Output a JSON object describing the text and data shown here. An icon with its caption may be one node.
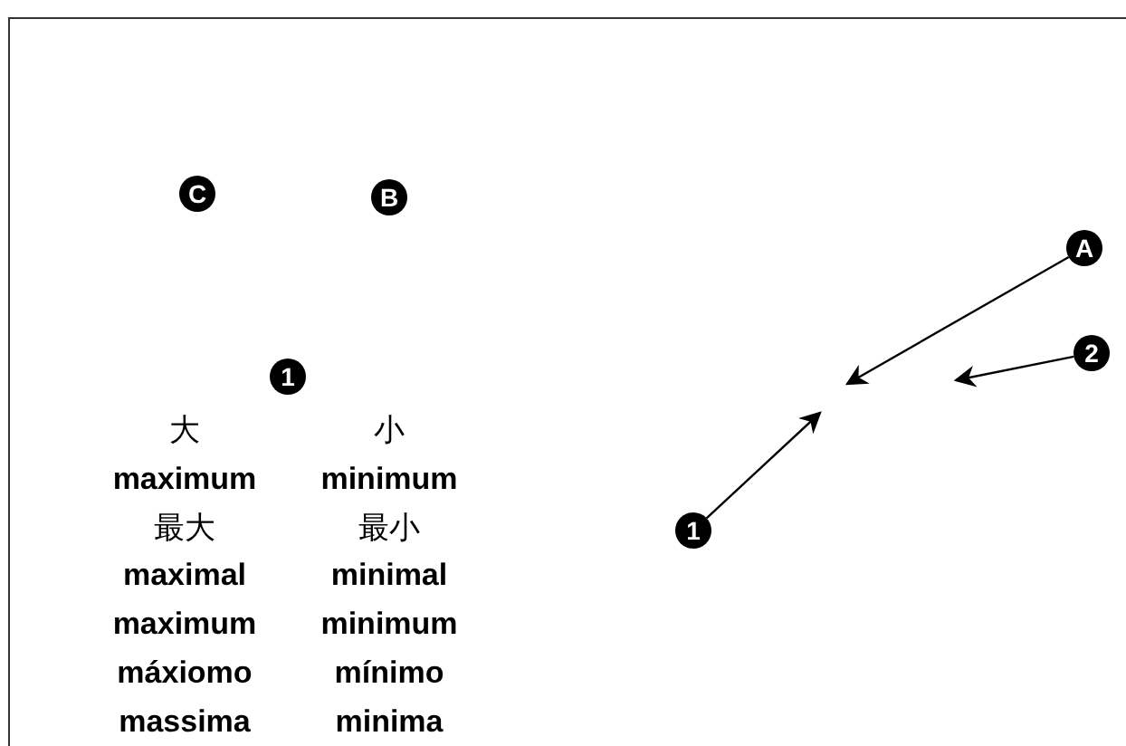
{
  "diagram": {
    "nodes": [
      {
        "text": [
          "C"
        ]
      },
      {
        "text": [
          "B"
        ]
      },
      {
        "text": [
          "1"
        ]
      },
      {
        "text": [
          "A"
        ]
      },
      {
        "text": [
          "2"
        ]
      },
      {
        "text": [
          "1"
        ]
      }
    ],
    "edges": [
      {
        "from": 3,
        "to": null,
        "arrow": "to"
      },
      {
        "from": 4,
        "to": null,
        "arrow": "to"
      },
      {
        "from": 5,
        "to": null,
        "arrow": "to"
      }
    ],
    "labels": [
      "大",
      "小",
      "maximum",
      "minimum",
      "最大",
      "最小",
      "maximal",
      "minimal",
      "maximum",
      "minimum",
      "máxiomo",
      "mínimo",
      "massima",
      "minima"
    ]
  }
}
